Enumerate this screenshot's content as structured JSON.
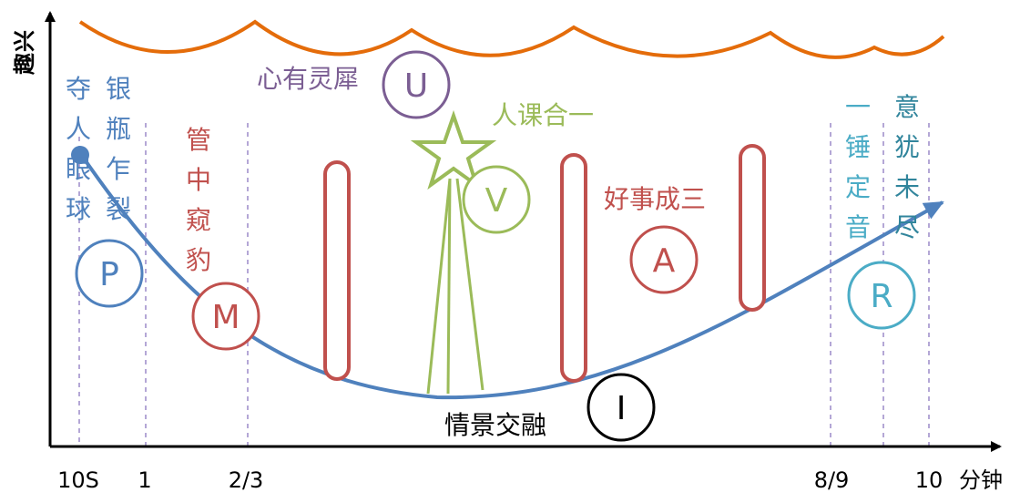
{
  "axis": {
    "y_label": [
      "兴",
      "趣"
    ],
    "x_unit": "分钟",
    "x_ticks": [
      "10S",
      "1",
      "2/3",
      "8/9",
      "10"
    ]
  },
  "stages": [
    {
      "letter": "P",
      "text": [
        "夺",
        "人",
        "眼",
        "球"
      ],
      "text_color": "#4f81bd",
      "circle_color": "#4f81bd"
    },
    {
      "letter": "P",
      "text": [
        "银",
        "瓶",
        "乍",
        "裂"
      ],
      "text_color": "#4f81bd"
    },
    {
      "letter": "M",
      "text": [
        "管",
        "中",
        "窥",
        "豹"
      ],
      "text_color": "#c0504d",
      "circle_color": "#c0504d"
    },
    {
      "letter": "U",
      "text": "心有灵犀",
      "text_color": "#7b5e93",
      "circle_color": "#7b5e93"
    },
    {
      "letter": "V",
      "text": "人课合一",
      "text_color": "#9bbb59",
      "circle_color": "#9bbb59"
    },
    {
      "letter": "A",
      "text": "好事成三",
      "text_color": "#c0504d",
      "circle_color": "#c0504d"
    },
    {
      "letter": "I",
      "text": "情景交融",
      "text_color": "#000000",
      "circle_color": "#000000"
    },
    {
      "letter": "R",
      "text": [
        "一",
        "锤",
        "定",
        "音"
      ],
      "text_color": "#4bacc6"
    },
    {
      "letter": "R",
      "text": [
        "意",
        "犹",
        "未",
        "尽"
      ],
      "text_color": "#31859c",
      "circle_color": "#4bacc6"
    }
  ],
  "colors": {
    "axis": "#000000",
    "curve": "#4f81bd",
    "wave": "#e46c0a",
    "pill": "#c0504d",
    "star": "#9bbb59",
    "guide": "#b4a7d6"
  }
}
